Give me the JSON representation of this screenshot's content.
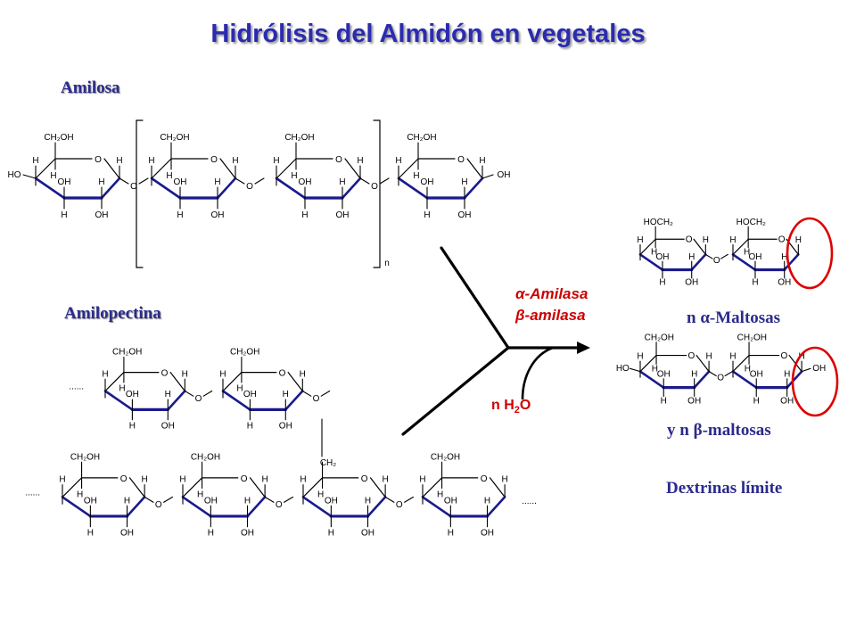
{
  "title": "Hidrólisis del Almidón en vegetales",
  "labels": {
    "amylose": "Amilosa",
    "amylopectin": "Amilopectina",
    "enzyme1": "α-Amilasa",
    "enzyme2": "β-amilasa",
    "water_prefix": "n H",
    "water_sub": "2",
    "water_suffix": "O",
    "product1": "n α-Maltosas",
    "product2": "y n β-maltosas",
    "product3": "Dextrinas límite",
    "repeat_n": "n"
  },
  "colors": {
    "title": "#2b2bb0",
    "label": "#2b2b8c",
    "enzyme": "#cc0000",
    "highlight_circle": "#dd0000",
    "bond": "#1a1a8c",
    "line": "#000000"
  },
  "ring_text": {
    "ch2oh": "CH₂OH",
    "hoch2": "HOCH₂",
    "ch2": "CH₂",
    "o": "O",
    "h": "H",
    "oh": "OH",
    "ho": "HO",
    "chain_dots": "......"
  }
}
